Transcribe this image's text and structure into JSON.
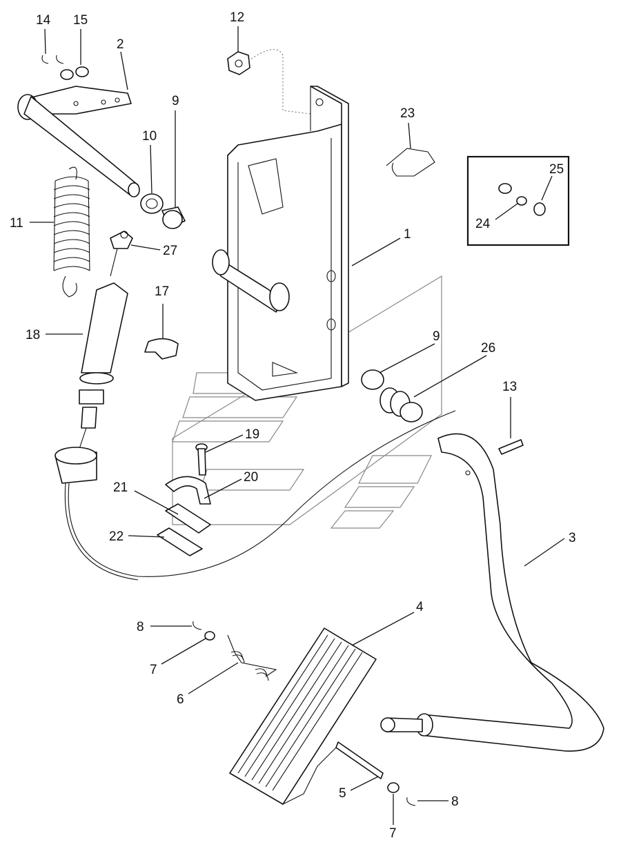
{
  "callouts": {
    "c14": "14",
    "c15": "15",
    "c2": "2",
    "c12": "12",
    "c9a": "9",
    "c10": "10",
    "c23": "23",
    "c11": "11",
    "c27": "27",
    "c25": "25",
    "c24": "24",
    "c1": "1",
    "c17": "17",
    "c18": "18",
    "c9b": "9",
    "c26": "26",
    "c13": "13",
    "c19": "19",
    "c20": "20",
    "c21": "21",
    "c22": "22",
    "c3": "3",
    "c4": "4",
    "c8a": "8",
    "c7a": "7",
    "c6": "6",
    "c5": "5",
    "c8b": "8",
    "c7b": "7"
  }
}
